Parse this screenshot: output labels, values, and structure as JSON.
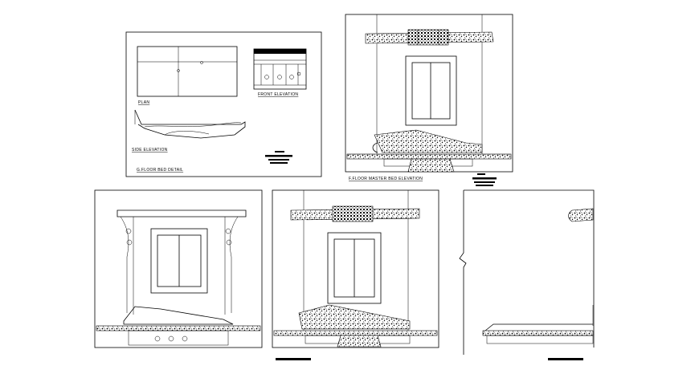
{
  "drawings": {
    "bed_detail": {
      "plan_label": "PLAN",
      "front_elevation_label": "FRONT ELEVATION",
      "side_elevation_label": "SIDE ELEVATION",
      "sheet_title": "G.FLOOR BED DETAIL"
    },
    "master_bed": {
      "sheet_title": "F.FLOOR MASTER BED ELEVATION"
    }
  }
}
